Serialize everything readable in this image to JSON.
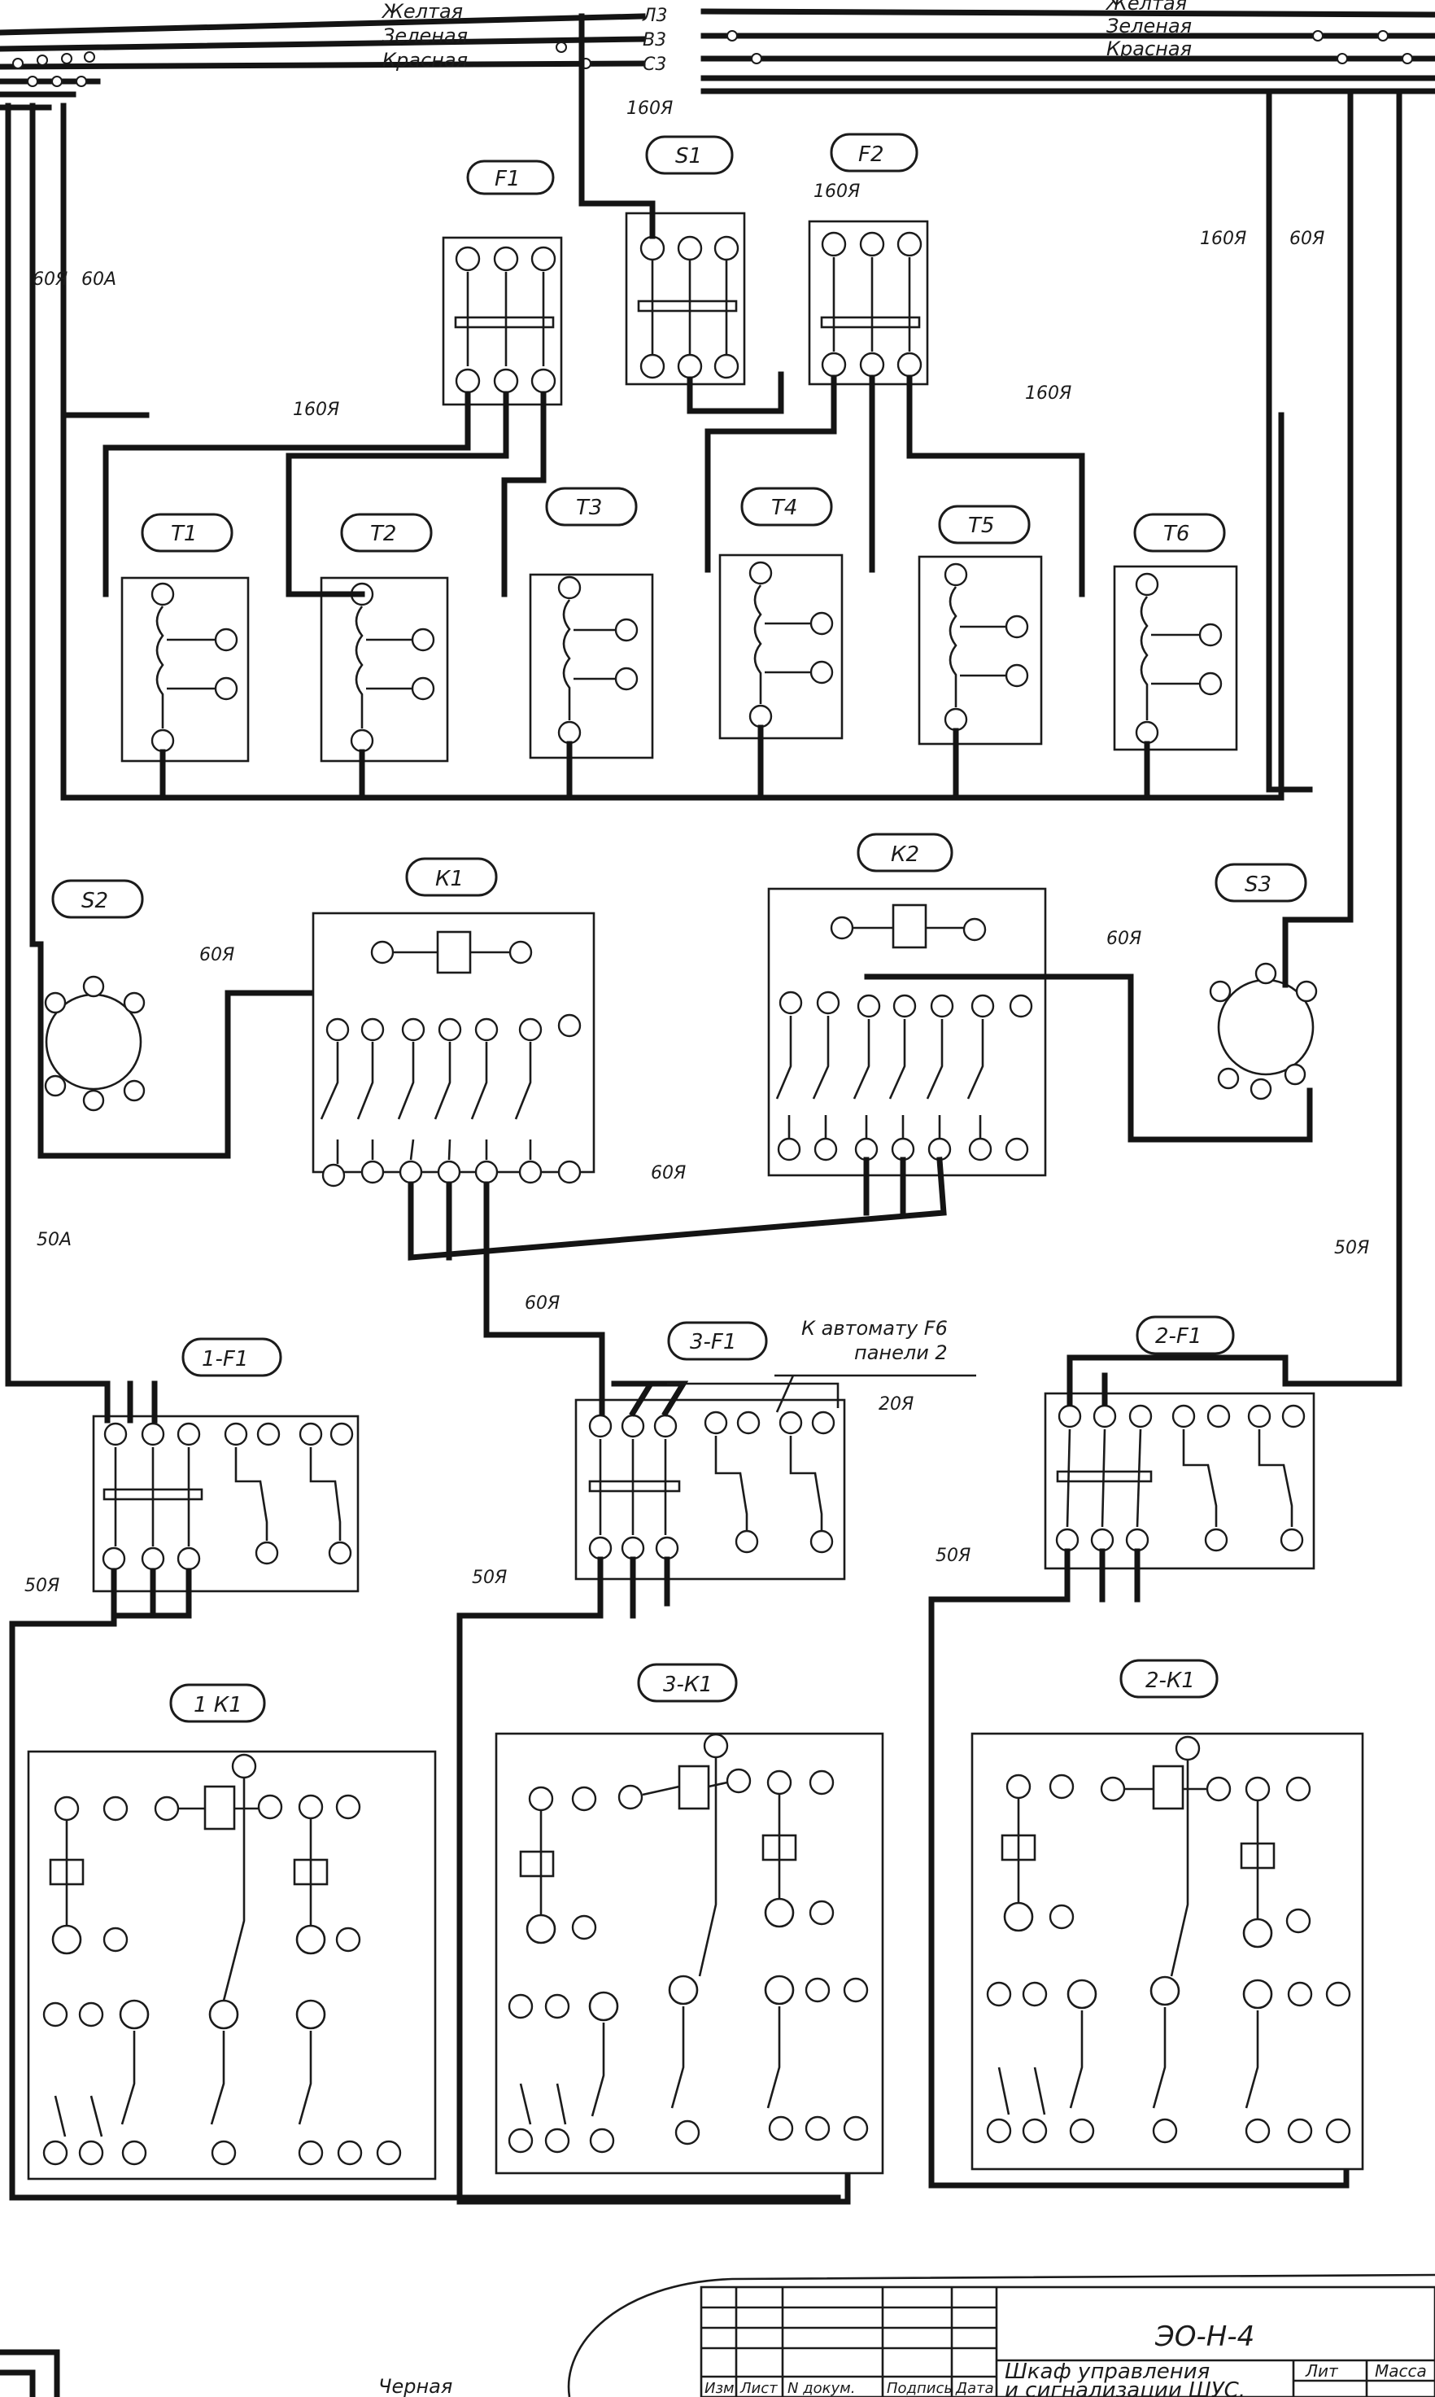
{
  "buses": {
    "left": [
      "Желтая",
      "Зеленая",
      "Красная"
    ],
    "left_codes": [
      "Л3",
      "В3",
      "С3"
    ],
    "right": [
      "Желтая",
      "Зеленая",
      "Красная"
    ],
    "bottom": "Черная"
  },
  "labels": {
    "f1": "F1",
    "s1": "S1",
    "f2": "F2",
    "t1": "Т1",
    "t2": "Т2",
    "t3": "Т3",
    "t4": "Т4",
    "t5": "Т5",
    "t6": "Т6",
    "s2": "S2",
    "k1": "К1",
    "k2": "К2",
    "s3": "S3",
    "qf1": "1-F1",
    "qf3": "3-F1",
    "qf2": "2-F1",
    "k11": "1 К1",
    "k31": "3-К1",
    "k21": "2-К1"
  },
  "wires": {
    "w160": "160Я",
    "w60a": "60А",
    "w60y": "60Я",
    "w50a": "50А",
    "w50y": "50Я",
    "w20y": "20Я"
  },
  "notes": {
    "to_breaker": "К автомату F6",
    "panel": "панели 2"
  },
  "title_block": {
    "doc_code": "ЭО-Н-4",
    "title_line1": "Шкаф управления",
    "title_line2": "и сигнализации ШУС.",
    "hdr_izm": "Изм",
    "hdr_list": "Лист",
    "hdr_doc": "N докум.",
    "hdr_sign": "Подпись",
    "hdr_date": "Дата",
    "col_lit": "Лит",
    "col_mass": "Масса"
  }
}
